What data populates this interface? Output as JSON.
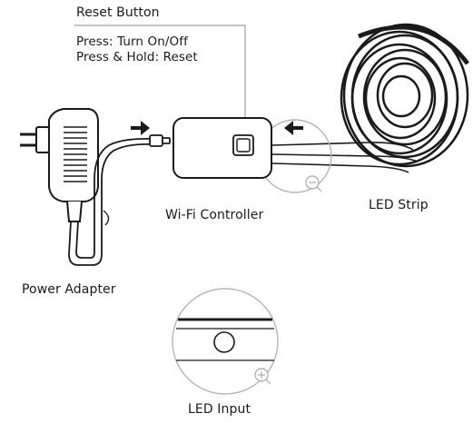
{
  "labels": {
    "reset_button": "Reset Button",
    "press_turn": "Press: Turn On/Off",
    "press_hold": "Press & Hold: Reset",
    "wifi_controller": "Wi-Fi Controller",
    "led_strip": "LED Strip",
    "power_adapter": "Power Adapter",
    "led_input": "LED Input"
  },
  "icons": {
    "arrow_into_controller": "arrow-right-icon",
    "arrow_from_strip": "arrow-left-icon",
    "zoom_out": "zoom-out-icon",
    "zoom_in": "zoom-in-icon"
  },
  "colors": {
    "line": "#1a1a1a",
    "callout_circle": "#b5b5b5",
    "background": "#ffffff"
  }
}
